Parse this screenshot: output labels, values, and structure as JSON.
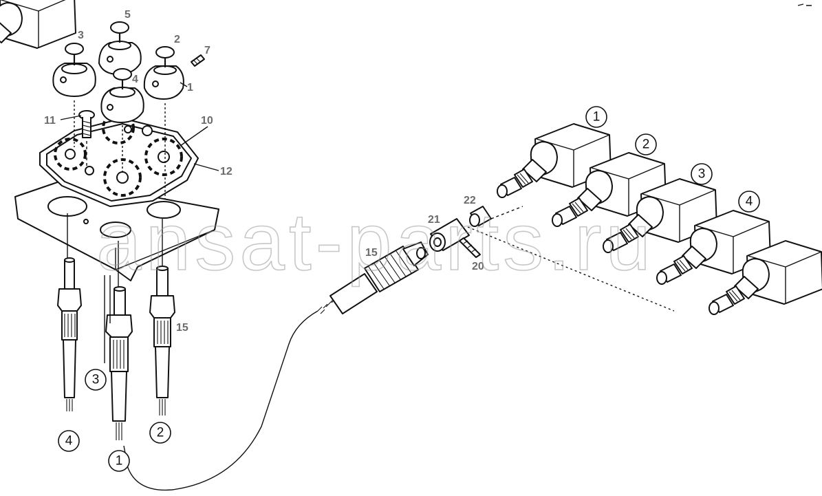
{
  "watermark": "ansat-parts.ru",
  "part_labels": {
    "p1": "1",
    "p2": "2",
    "p3": "3",
    "p4": "4",
    "p5": "5",
    "p7": "7",
    "p10": "10",
    "p11": "11",
    "p12": "12",
    "p15_left": "15",
    "p15_center": "15",
    "p20": "20",
    "p21": "21",
    "p22": "22"
  },
  "circled_labels": {
    "cable_1": "1",
    "cable_2": "2",
    "cable_3": "3",
    "cable_4": "4",
    "valve_1": "1",
    "valve_2": "2",
    "valve_3": "3",
    "valve_4": "4"
  }
}
